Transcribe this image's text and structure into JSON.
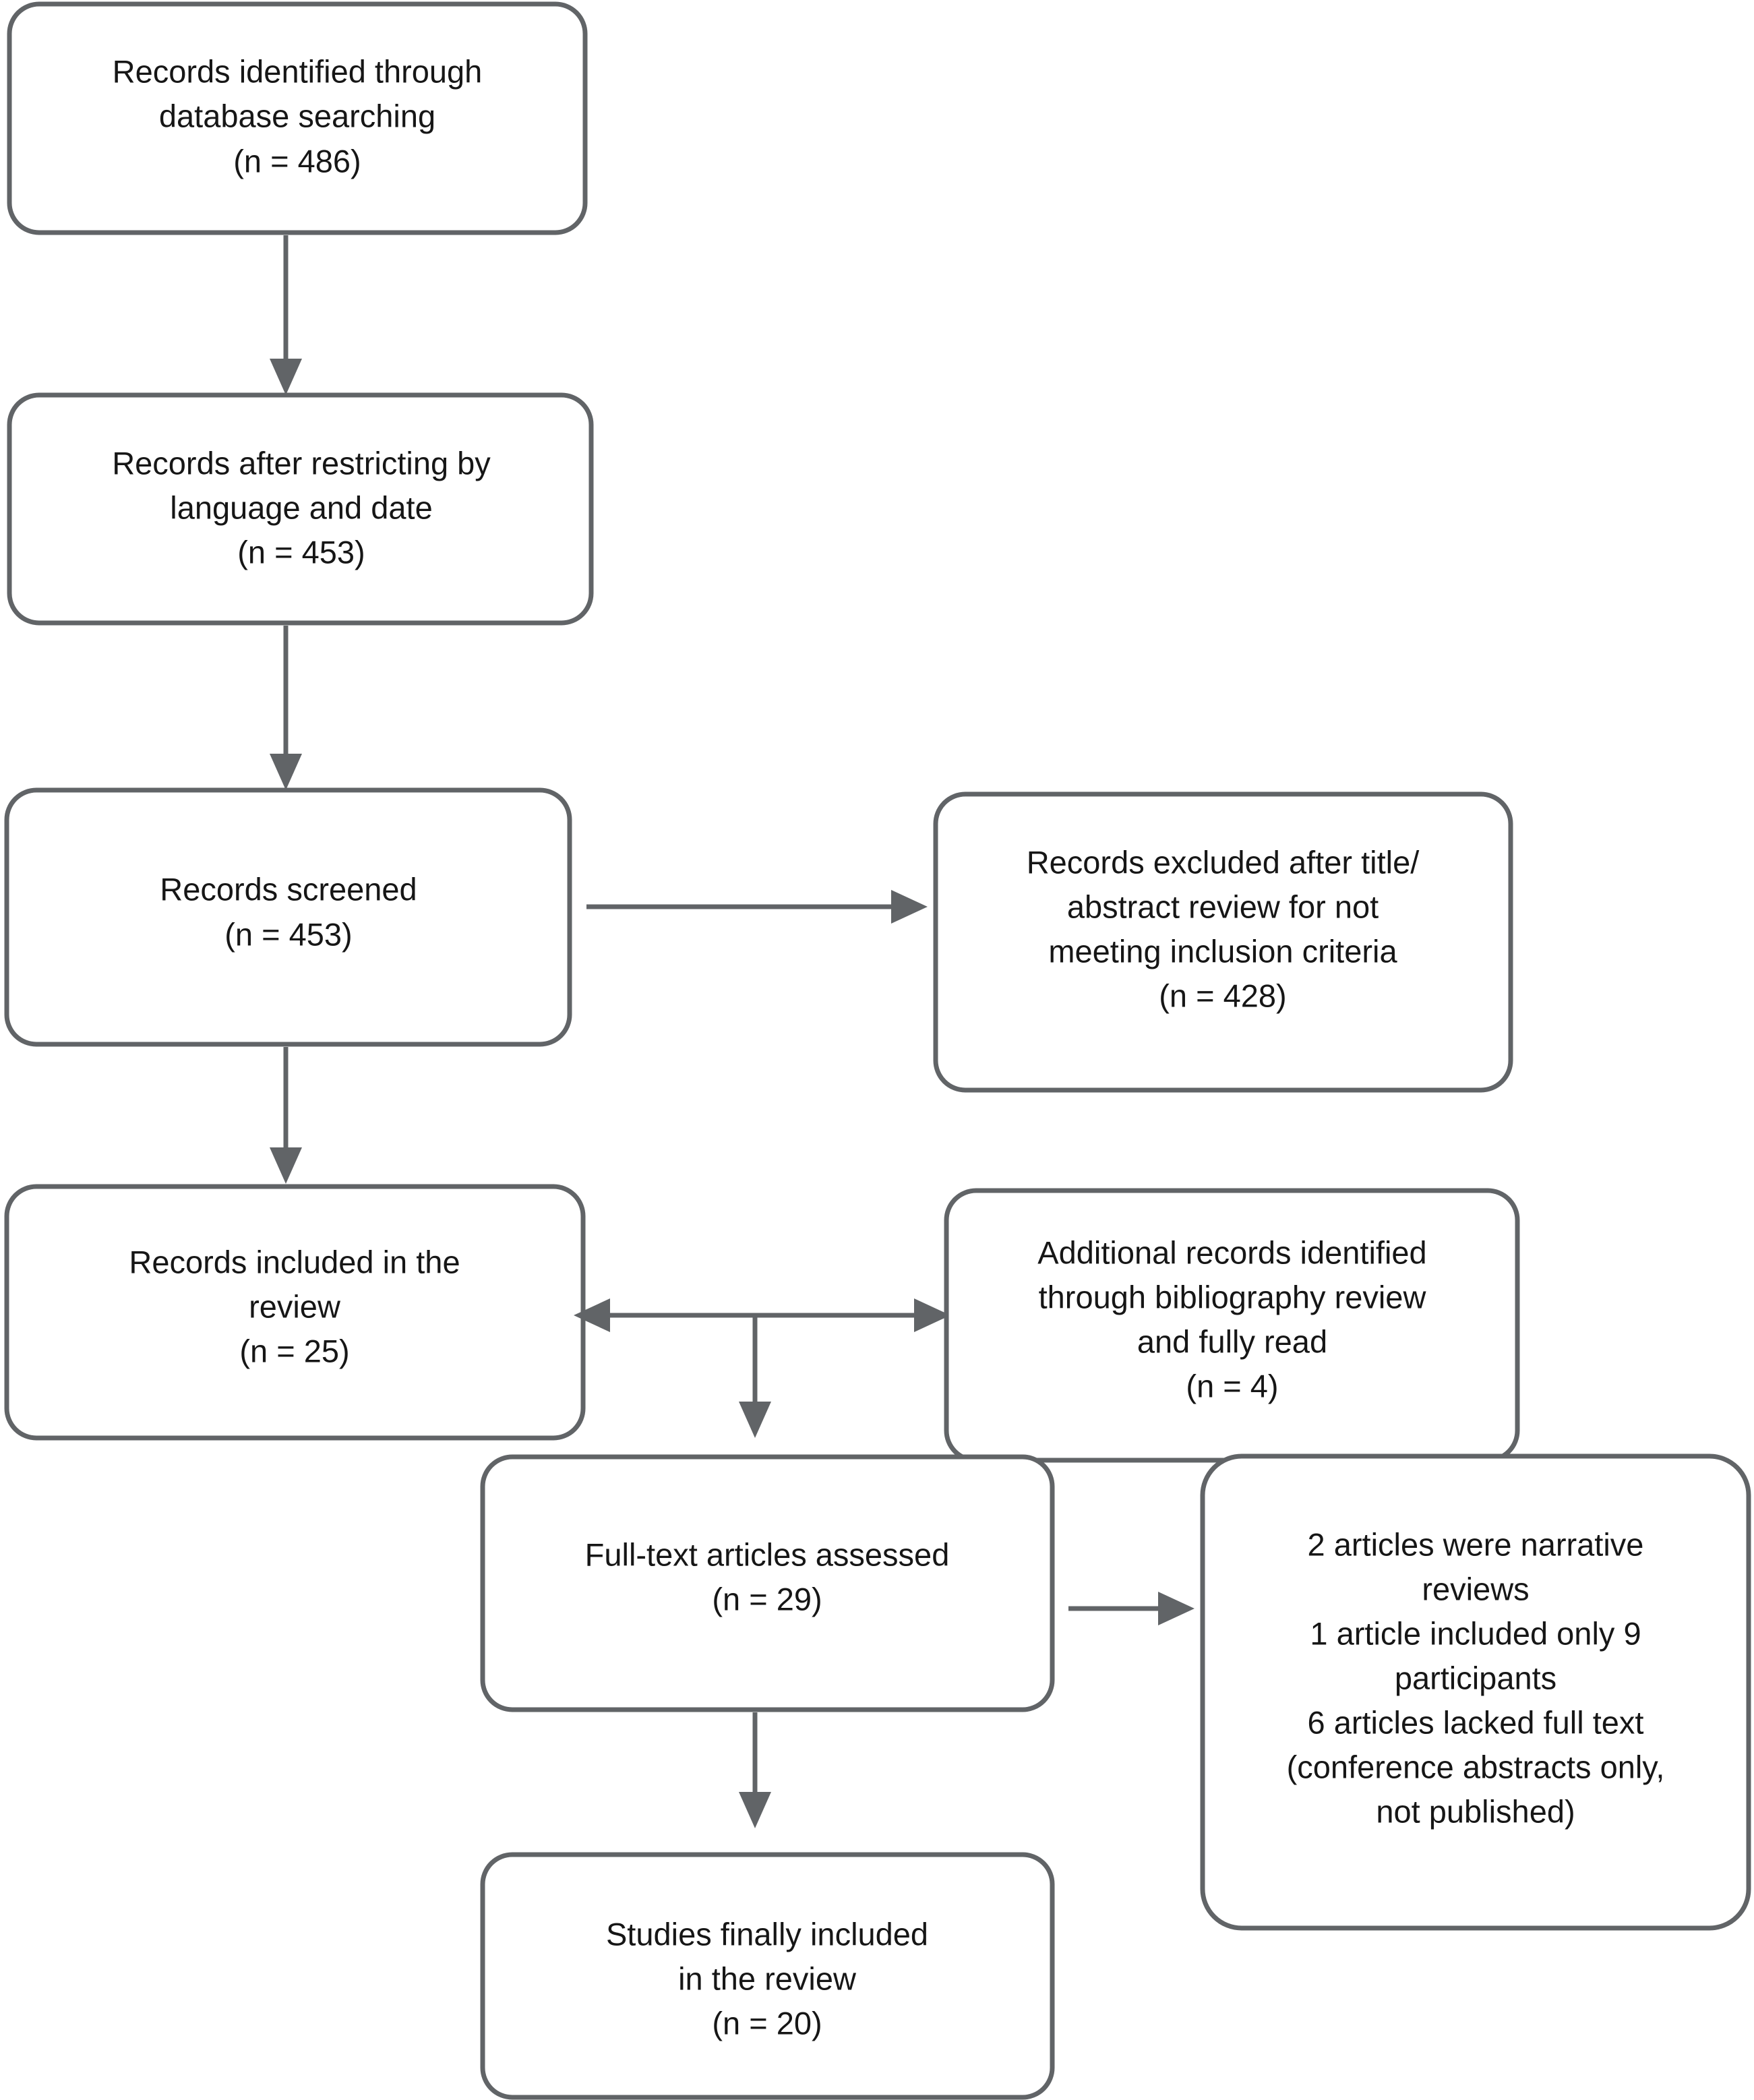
{
  "diagram": {
    "type": "prisma-flow-diagram",
    "title": "",
    "colors": {
      "box_border": "#616467",
      "box_fill": "#ffffff",
      "connector": "#616467",
      "text": "#161616",
      "background": "#ffffff"
    },
    "nodes": [
      {
        "id": "records-identified",
        "name": "records-identified-box",
        "lines": [
          "Records identified through",
          "database searching",
          "(n = 486)"
        ],
        "count_label": "(n = 486)",
        "count": 486
      },
      {
        "id": "records-after-restricting",
        "name": "records-after-restricting-box",
        "lines": [
          "Records after restricting by",
          "language and date",
          "(n = 453)"
        ],
        "count_label": "(n = 453)",
        "count": 453
      },
      {
        "id": "records-screened",
        "name": "records-screened-box",
        "lines": [
          "Records screened",
          "(n = 453)"
        ],
        "count_label": "(n = 453)",
        "count": 453
      },
      {
        "id": "records-excluded",
        "name": "records-excluded-box",
        "lines": [
          "Records excluded after title/",
          "abstract review for not",
          "meeting inclusion criteria",
          "(n = 428)"
        ],
        "count_label": "(n = 428)",
        "count": 428
      },
      {
        "id": "records-included",
        "name": "records-included-box",
        "lines": [
          "Records included in the",
          "review",
          "(n = 25)"
        ],
        "count_label": "(n = 25)",
        "count": 25
      },
      {
        "id": "additional-records",
        "name": "additional-records-box",
        "lines": [
          "Additional records identified",
          "through bibliography review",
          "and fully read",
          "(n = 4)"
        ],
        "count_label": "(n = 4)",
        "count": 4
      },
      {
        "id": "full-text-assessed",
        "name": "full-text-assessed-box",
        "lines": [
          "Full-text articles assessed",
          "(n = 29)"
        ],
        "count_label": "(n = 29)",
        "count": 29
      },
      {
        "id": "exclusion-reasons",
        "name": "exclusion-reasons-box",
        "lines": [
          "2 articles were narrative",
          "reviews",
          "1 article included only 9",
          "participants",
          "6 articles lacked full text",
          "(conference abstracts only,",
          "not published)"
        ],
        "count_label": "",
        "count": null
      },
      {
        "id": "studies-finally-included",
        "name": "studies-finally-included-box",
        "lines": [
          "Studies finally included",
          "in the review",
          "(n = 20)"
        ],
        "count_label": "(n = 20)",
        "count": 20
      }
    ],
    "connectors": [
      {
        "id": "c1",
        "name": "arrow-identified-to-restricted",
        "from": "records-identified",
        "to": "records-after-restricting",
        "direction": "down"
      },
      {
        "id": "c2",
        "name": "arrow-restricted-to-screened",
        "from": "records-after-restricting",
        "to": "records-screened",
        "direction": "down"
      },
      {
        "id": "c3",
        "name": "arrow-screened-to-excluded",
        "from": "records-screened",
        "to": "records-excluded",
        "direction": "right"
      },
      {
        "id": "c4",
        "name": "arrow-screened-to-included",
        "from": "records-screened",
        "to": "records-included",
        "direction": "down"
      },
      {
        "id": "c5",
        "name": "arrow-included-additional-bidirectional",
        "from": "records-included",
        "to": "additional-records",
        "direction": "both"
      },
      {
        "id": "c6",
        "name": "arrow-merge-to-full-text",
        "from": "records-included",
        "to": "full-text-assessed",
        "direction": "down"
      },
      {
        "id": "c7",
        "name": "arrow-full-text-to-exclusion-reasons",
        "from": "full-text-assessed",
        "to": "exclusion-reasons",
        "direction": "right"
      },
      {
        "id": "c8",
        "name": "arrow-full-text-to-studies-included",
        "from": "full-text-assessed",
        "to": "studies-finally-included",
        "direction": "down"
      }
    ]
  }
}
